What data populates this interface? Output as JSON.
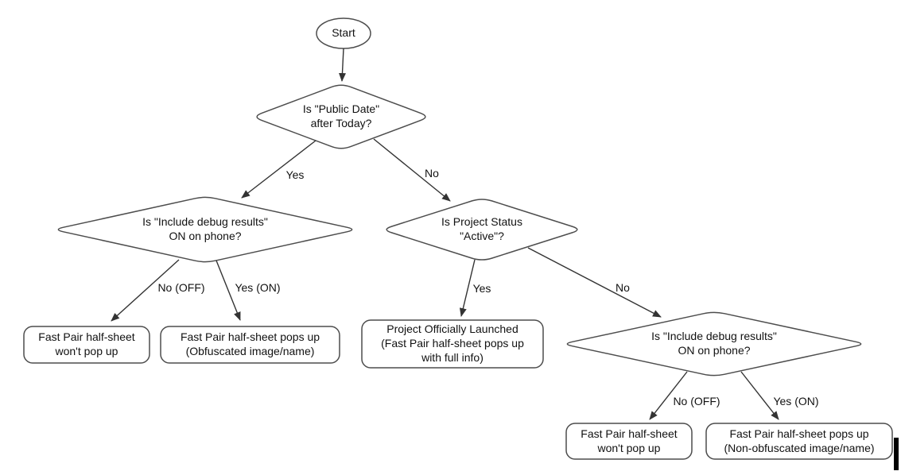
{
  "diagram": {
    "start": {
      "label": "Start"
    },
    "decisions": {
      "public_date": {
        "label": "Is \"Public Date\"\nafter Today?"
      },
      "debug_left": {
        "label": "Is \"Include debug results\"\nON on phone?"
      },
      "project_status": {
        "label": "Is Project Status\n\"Active\"?"
      },
      "debug_right": {
        "label": "Is \"Include debug results\"\nON on phone?"
      }
    },
    "outcomes": {
      "no_popup_left": {
        "label": "Fast Pair half-sheet\nwon't pop up"
      },
      "obfuscated": {
        "label": "Fast Pair half-sheet pops up\n(Obfuscated image/name)"
      },
      "launched": {
        "label": "Project Officially Launched\n(Fast Pair half-sheet pops up\nwith full info)"
      },
      "no_popup_right": {
        "label": "Fast Pair half-sheet\nwon't pop up"
      },
      "non_obfuscated": {
        "label": "Fast Pair half-sheet pops up\n(Non-obfuscated image/name)"
      }
    },
    "edge_labels": {
      "public_date_yes": "Yes",
      "public_date_no": "No",
      "debug_left_no": "No (OFF)",
      "debug_left_yes": "Yes (ON)",
      "project_status_yes": "Yes",
      "project_status_no": "No",
      "debug_right_no": "No (OFF)",
      "debug_right_yes": "Yes (ON)"
    },
    "colors": {
      "background": "#ffffff",
      "shape_stroke": "#4d4d4d",
      "arrow": "#333333",
      "text": "#111111",
      "cursor_bar": "#000000"
    }
  }
}
